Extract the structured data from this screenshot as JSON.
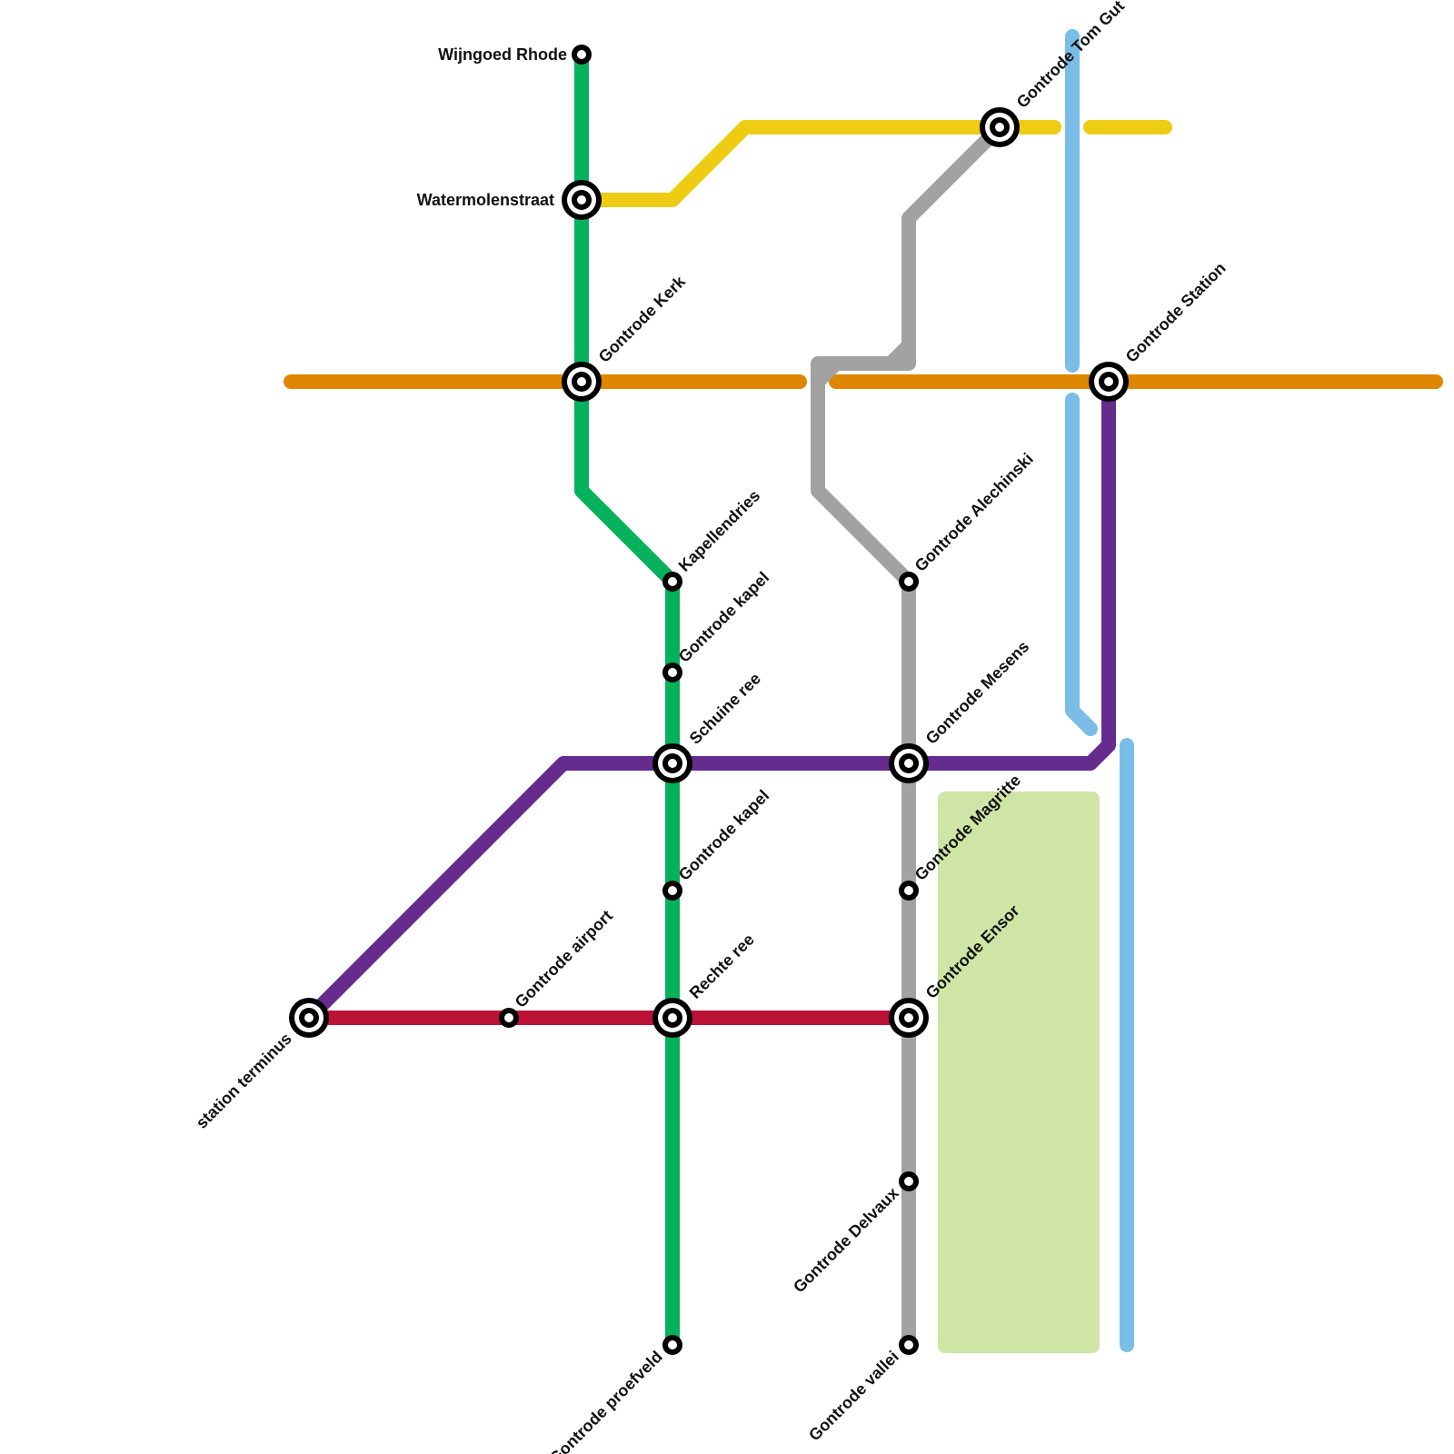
{
  "colors": {
    "green": "#05b15a",
    "yellow": "#efcc14",
    "orange": "#df8600",
    "gray": "#a2a2a2",
    "light_blue": "#7abee7",
    "purple": "#652b8d",
    "crimson": "#bc1238",
    "park": "#cfe5a6",
    "station": "#000000"
  },
  "lines": [
    {
      "name": "green",
      "color_key": "green"
    },
    {
      "name": "yellow",
      "color_key": "yellow"
    },
    {
      "name": "orange",
      "color_key": "orange"
    },
    {
      "name": "gray",
      "color_key": "gray"
    },
    {
      "name": "light-blue",
      "color_key": "light_blue"
    },
    {
      "name": "purple",
      "color_key": "purple"
    },
    {
      "name": "crimson",
      "color_key": "crimson"
    }
  ],
  "stations": {
    "wijngoed_rhode": "Wijngoed Rhode",
    "watermolenstraat": "Watermolenstraat",
    "gontrode_kerk": "Gontrode Kerk",
    "gontrode_tom": "Gontrode Tom Gut",
    "gontrode_station": "Gontrode Station",
    "kapellendries": "Kapellendries",
    "gontrode_kapel_1": "Gontrode kapel",
    "schuine_ree": "Schuine ree",
    "gontrode_kapel_2": "Gontrode kapel",
    "rechte_ree": "Rechte ree",
    "gontrode_proefveld": "Gontrode proefveld",
    "gontrode_alechinski": "Gontrode Alechinski",
    "gontrode_mesens": "Gontrode Mesens",
    "gontrode_magritte": "Gontrode Magritte",
    "gontrode_ensor": "Gontrode Ensor",
    "gontrode_delvaux": "Gontrode Delvaux",
    "gontrode_vallei": "Gontrode vallei",
    "station_terminus": "station terminus",
    "gontrode_airport": "Gontrode airport"
  }
}
